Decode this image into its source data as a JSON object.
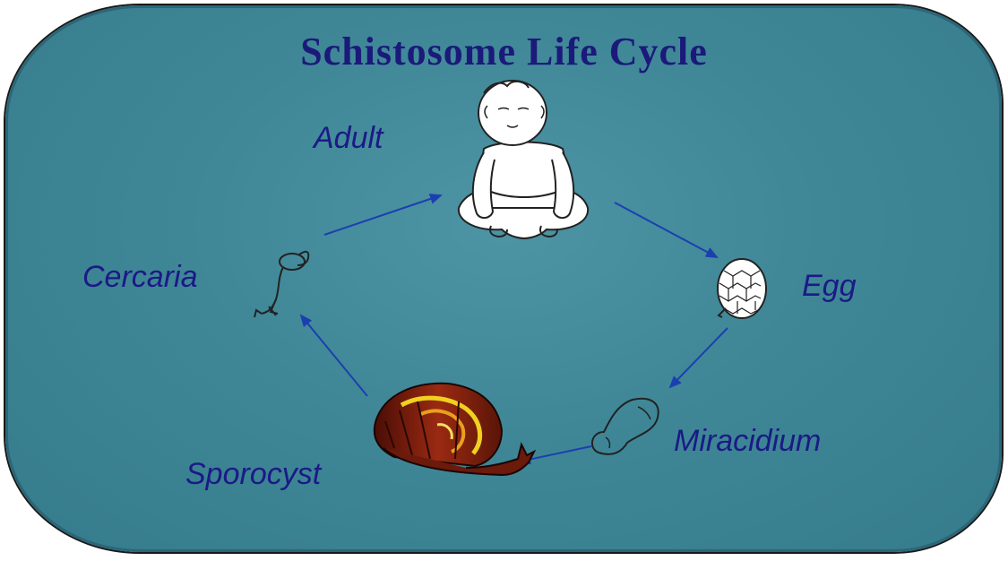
{
  "diagram": {
    "title": "Schistosome Life Cycle",
    "stages": [
      {
        "id": "adult",
        "label": "Adult",
        "icon": "seated-child-icon"
      },
      {
        "id": "egg",
        "label": "Egg",
        "icon": "egg-icon"
      },
      {
        "id": "miracidium",
        "label": "Miracidium",
        "icon": "miracidium-icon"
      },
      {
        "id": "sporocyst",
        "label": "Sporocyst",
        "icon": "snail-icon"
      },
      {
        "id": "cercaria",
        "label": "Cercaria",
        "icon": "cercaria-icon"
      }
    ],
    "flow": [
      "Adult",
      "Egg",
      "Miracidium",
      "Sporocyst",
      "Cercaria",
      "Adult"
    ],
    "colors": {
      "background": "#3f8797",
      "text": "#1b1a86",
      "arrow": "#1c3fb0",
      "snail_shell": "#7a1f10"
    }
  }
}
